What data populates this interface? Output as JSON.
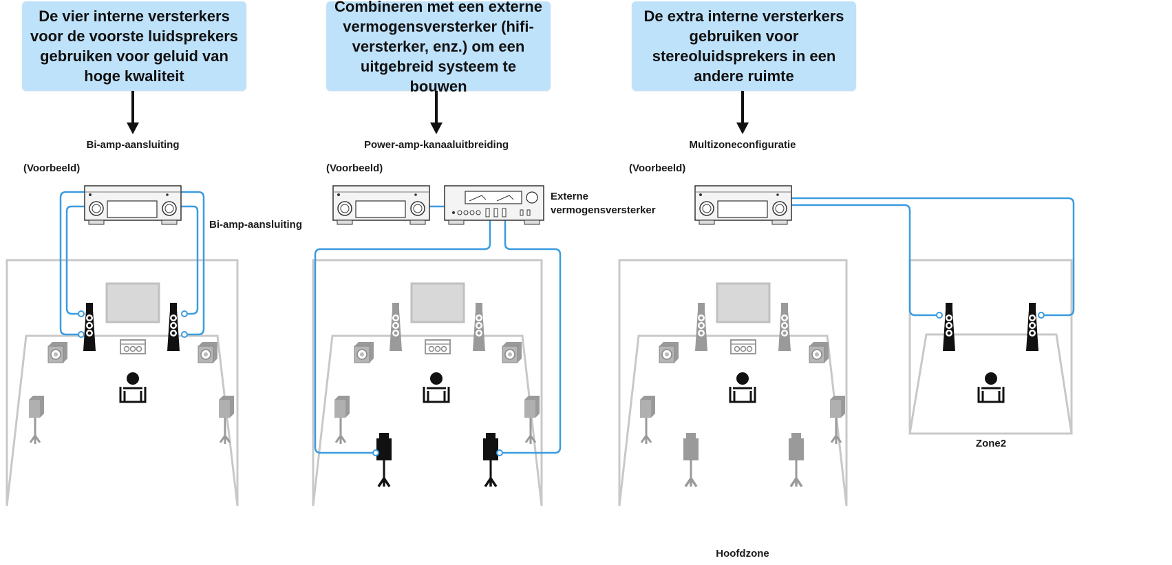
{
  "columns": [
    {
      "headline": "De vier interne versterkers voor de voorste luidsprekers gebruiken voor geluid van hoge kwaliteit",
      "mode_label": "Bi-amp-aansluiting",
      "example_label": "(Voorbeeld)",
      "side_label": "Bi-amp-aansluiting"
    },
    {
      "headline": "Combineren met een externe vermogensversterker (hifi-versterker, enz.) om een uitgebreid systeem te bouwen",
      "mode_label": "Power-amp-kanaaluitbreiding",
      "example_label": "(Voorbeeld)",
      "external_amp_label": "Externe vermogensversterker"
    },
    {
      "headline": "De extra interne versterkers gebruiken voor stereoluidsprekers in een andere ruimte",
      "mode_label": "Multizoneconfiguratie",
      "example_label": "(Voorbeeld)",
      "main_zone_label": "Hoofdzone",
      "zone2_label": "Zone2"
    }
  ],
  "colors": {
    "bubble": "#bfe2fb",
    "cable": "#3a9be0",
    "room_outline": "#c8c8c8",
    "active_speaker": "#111111",
    "inactive_speaker": "#9a9a9a"
  },
  "icons": [
    "av-receiver-icon",
    "power-amplifier-icon",
    "tower-speaker-icon",
    "center-speaker-icon",
    "subwoofer-icon",
    "surround-speaker-icon",
    "listener-icon",
    "tv-screen-icon"
  ]
}
